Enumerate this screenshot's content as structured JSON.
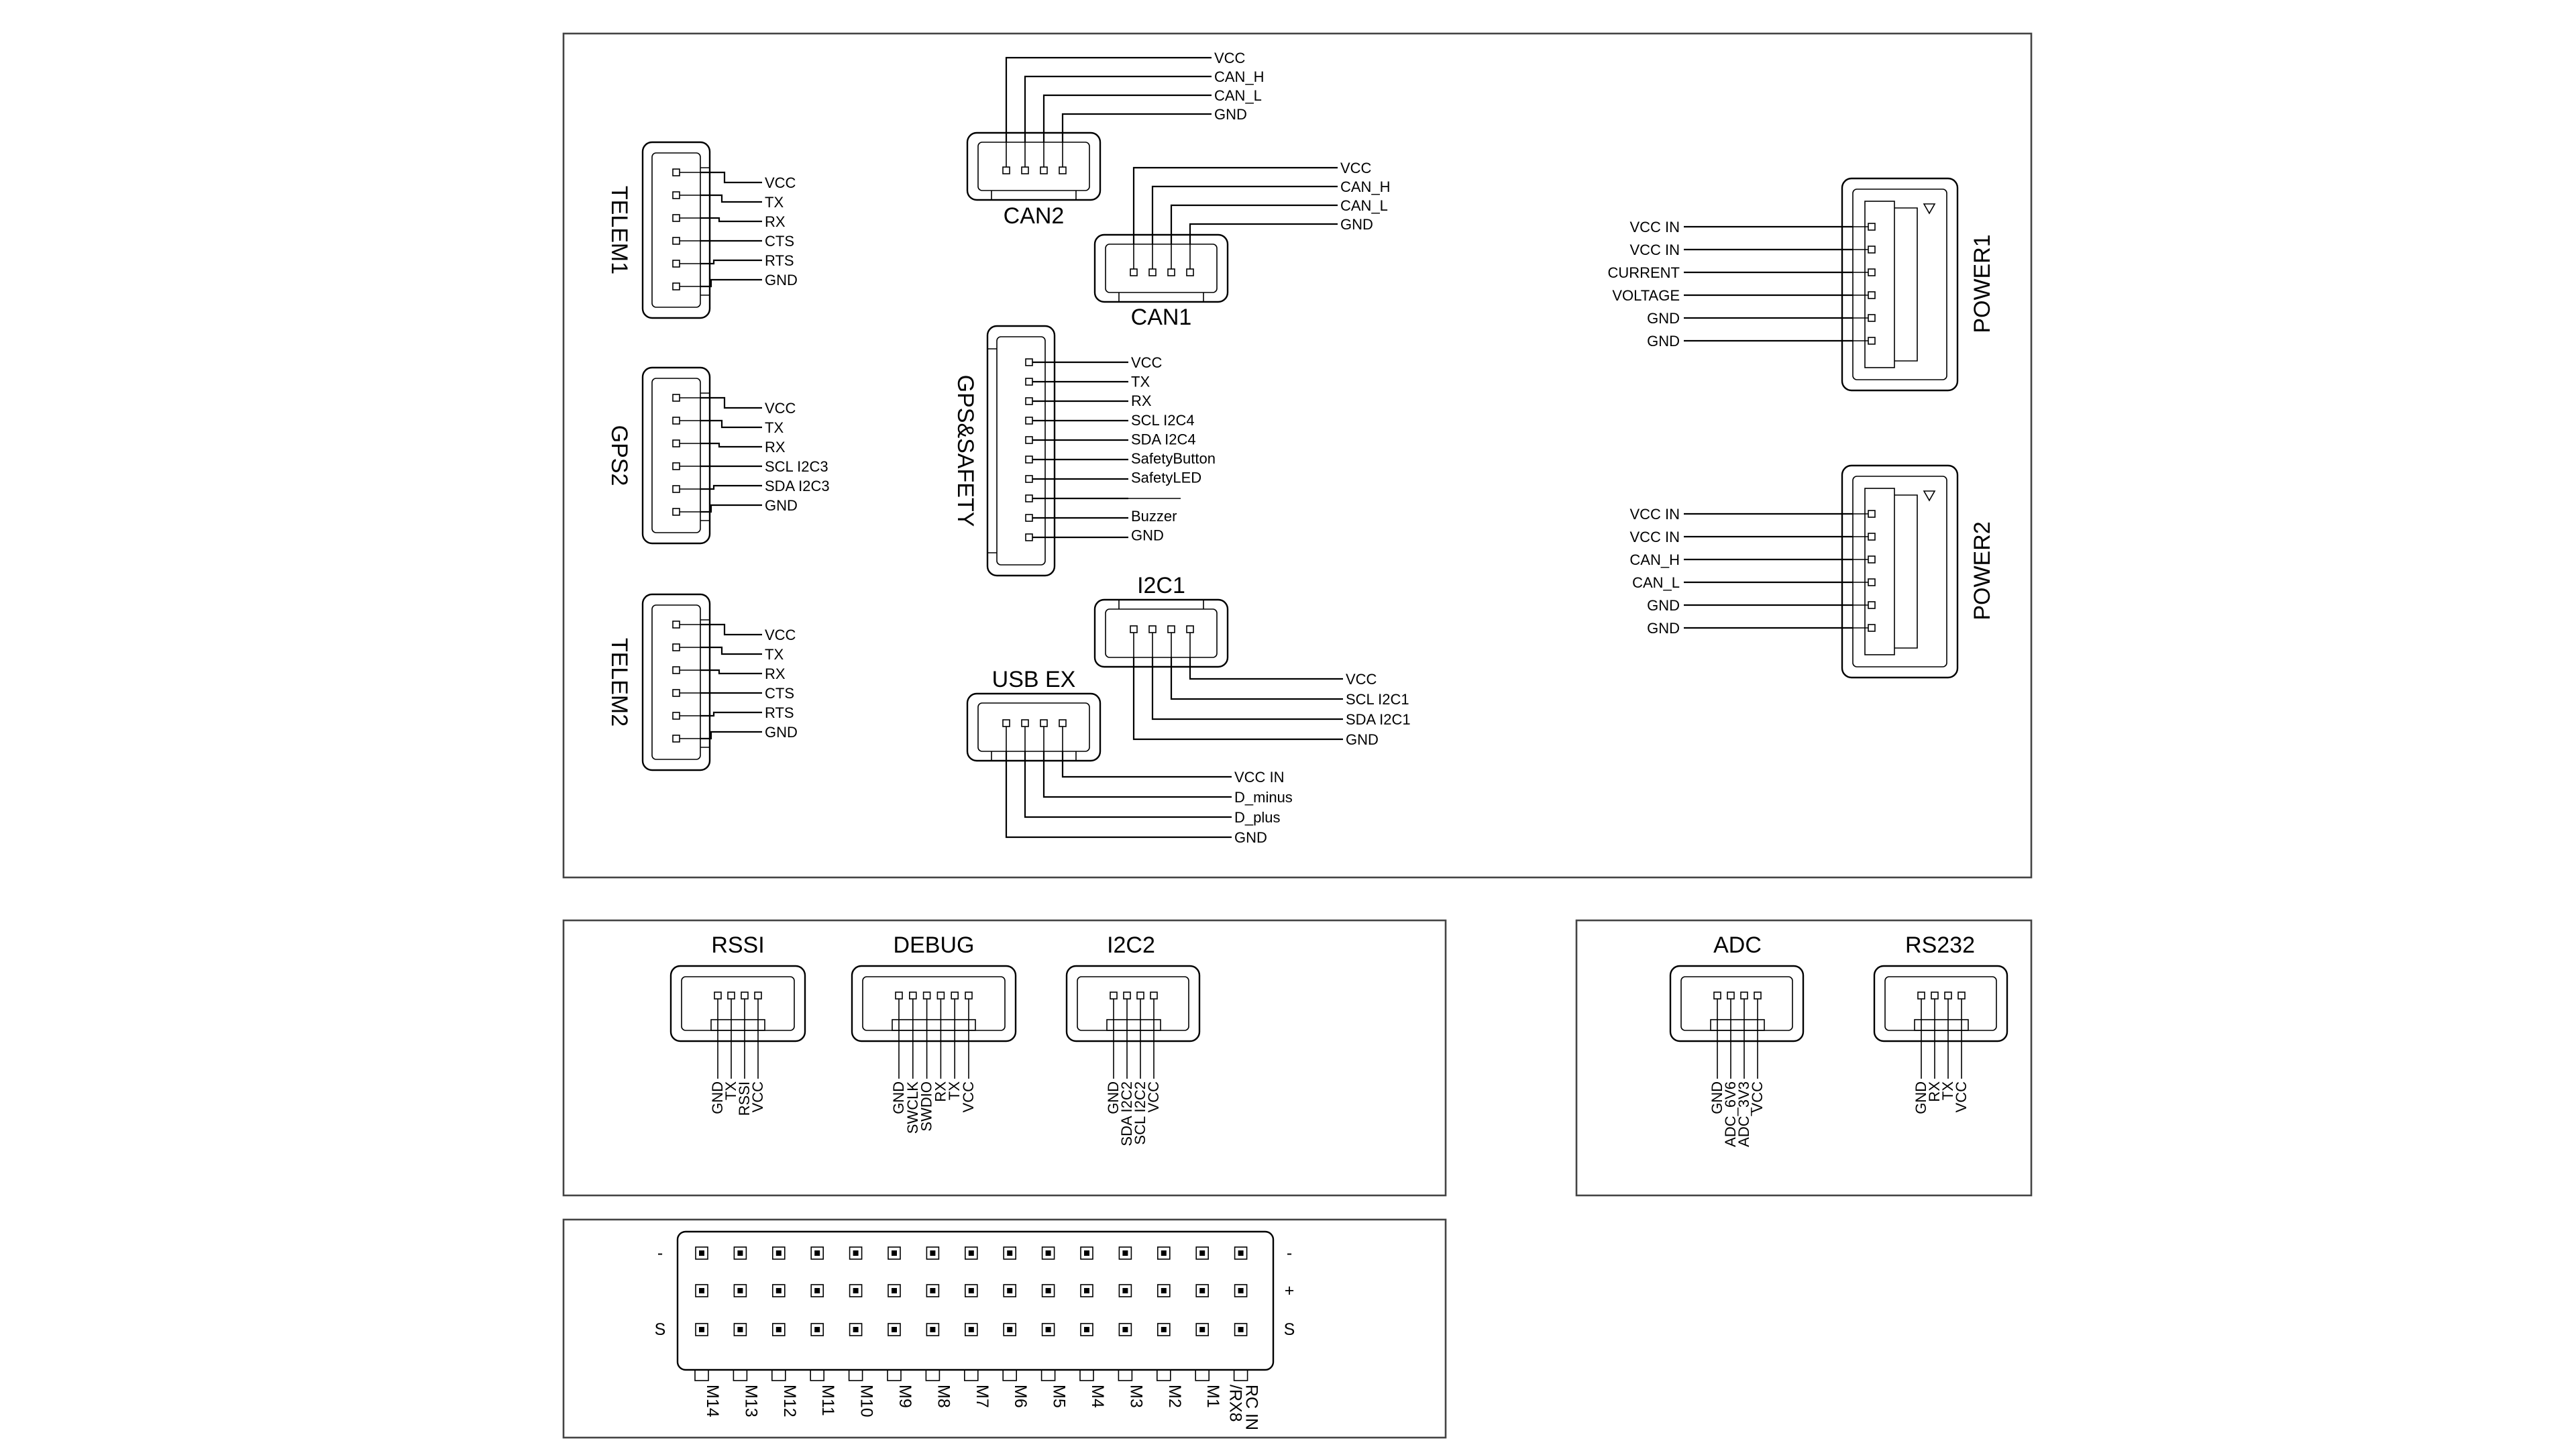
{
  "telem1": {
    "title": "TELEM1",
    "pins": [
      "VCC",
      "TX",
      "RX",
      "CTS",
      "RTS",
      "GND"
    ]
  },
  "gps2": {
    "title": "GPS2",
    "pins": [
      "VCC",
      "TX",
      "RX",
      "SCL I2C3",
      "SDA I2C3",
      "GND"
    ]
  },
  "telem2": {
    "title": "TELEM2",
    "pins": [
      "VCC",
      "TX",
      "RX",
      "CTS",
      "RTS",
      "GND"
    ]
  },
  "can2": {
    "title": "CAN2",
    "pins": [
      "VCC",
      "CAN_H",
      "CAN_L",
      "GND"
    ]
  },
  "can1": {
    "title": "CAN1",
    "pins": [
      "VCC",
      "CAN_H",
      "CAN_L",
      "GND"
    ]
  },
  "gps_safety": {
    "title": "GPS&SAFETY",
    "pins": [
      "VCC",
      "TX",
      "RX",
      "SCL I2C4",
      "SDA I2C4",
      "SafetyButton",
      "SafetyLED",
      "",
      "Buzzer",
      "GND"
    ]
  },
  "i2c1": {
    "title": "I2C1",
    "pins": [
      "VCC",
      "SCL I2C1",
      "SDA I2C1",
      "GND"
    ]
  },
  "usb_ex": {
    "title": "USB EX",
    "pins": [
      "VCC IN",
      "D_minus",
      "D_plus",
      "GND"
    ]
  },
  "power1": {
    "title": "POWER1",
    "pins": [
      "VCC IN",
      "VCC IN",
      "CURRENT",
      "VOLTAGE",
      "GND",
      "GND"
    ]
  },
  "power2": {
    "title": "POWER2",
    "pins": [
      "VCC IN",
      "VCC IN",
      "CAN_H",
      "CAN_L",
      "GND",
      "GND"
    ]
  },
  "rssi": {
    "title": "RSSI",
    "pins": [
      "GND",
      "TX",
      "RSSI",
      "VCC"
    ]
  },
  "debug": {
    "title": "DEBUG",
    "pins": [
      "GND",
      "SWCLK",
      "SWDIO",
      "RX",
      "TX",
      "VCC"
    ]
  },
  "i2c2": {
    "title": "I2C2",
    "pins": [
      "GND",
      "SDA I2C2",
      "SCL I2C2",
      "VCC"
    ]
  },
  "adc": {
    "title": "ADC",
    "pins": [
      "GND",
      "ADC_6V6",
      "ADC_3V3",
      "VCC"
    ]
  },
  "rs232": {
    "title": "RS232",
    "pins": [
      "GND",
      "RX",
      "TX",
      "VCC"
    ]
  },
  "servo_rail": {
    "row_left": [
      "-",
      "",
      "S"
    ],
    "row_right": [
      "-",
      "+",
      "S"
    ],
    "columns": [
      "M14",
      "M13",
      "M12",
      "M11",
      "M10",
      "M9",
      "M8",
      "M7",
      "M6",
      "M5",
      "M4",
      "M3",
      "M2",
      "M1",
      "RC IN\n/RX8"
    ]
  }
}
